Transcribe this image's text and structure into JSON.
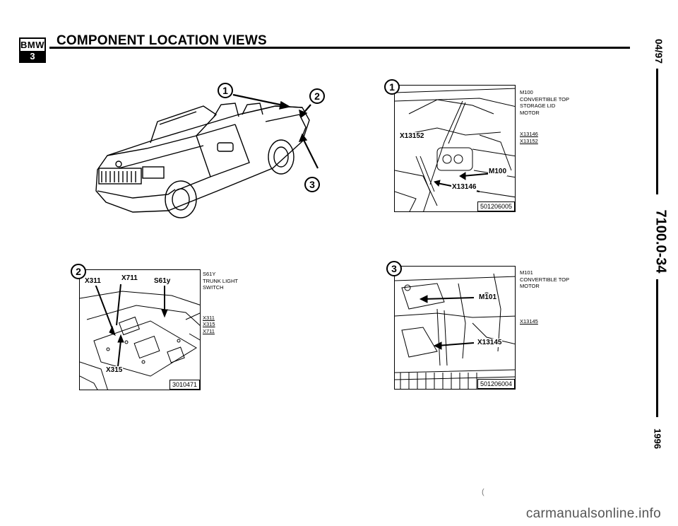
{
  "header": {
    "logo_top": "BMW",
    "logo_bottom": "3",
    "title": "COMPONENT LOCATION VIEWS"
  },
  "margin": {
    "date": "04/97",
    "doc_number": "7100.0-34",
    "year": "1996"
  },
  "overview": {
    "callouts": [
      "1",
      "2",
      "3"
    ]
  },
  "views": [
    {
      "id": "1",
      "callout": "1",
      "fig_number": "501206005",
      "labels": [
        "X13152",
        "M100",
        "X13146"
      ],
      "legend": [
        {
          "code": "M100",
          "desc": [
            "CONVERTIBLE TOP",
            "STORAGE LID",
            "MOTOR"
          ]
        },
        {
          "code": "X13146",
          "desc": []
        },
        {
          "code": "X13152",
          "desc": []
        }
      ]
    },
    {
      "id": "2",
      "callout": "2",
      "fig_number": "3010471",
      "labels": [
        "X311",
        "X711",
        "S61y",
        "X315"
      ],
      "legend": [
        {
          "code": "S61y",
          "desc": [
            "TRUNK LIGHT",
            "SWITCH"
          ]
        },
        {
          "code": "X311",
          "desc": []
        },
        {
          "code": "X315",
          "desc": []
        },
        {
          "code": "X711",
          "desc": []
        }
      ]
    },
    {
      "id": "3",
      "callout": "3",
      "fig_number": "501206004",
      "labels": [
        "M101",
        "X13145"
      ],
      "legend": [
        {
          "code": "M101",
          "desc": [
            "CONVERTIBLE TOP",
            "MOTOR"
          ]
        },
        {
          "code": "X13145",
          "desc": []
        }
      ]
    }
  ],
  "footer": {
    "mark": "(",
    "watermark": "carmanualsonline.info"
  }
}
